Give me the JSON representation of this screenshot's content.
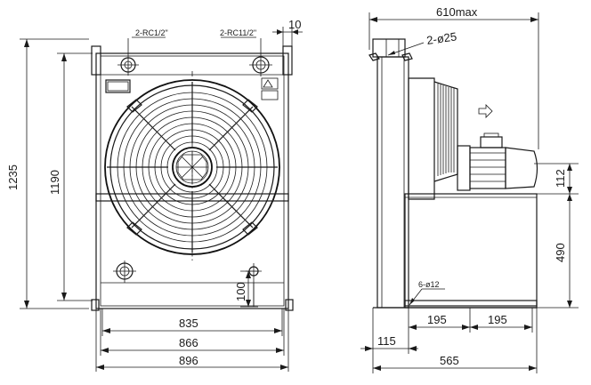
{
  "front_view": {
    "dims": {
      "height_overall": "1235",
      "height_inner": "1190",
      "width_835": "835",
      "width_866": "866",
      "width_896": "896",
      "bottom_100": "100",
      "top_10": "10"
    },
    "ports": {
      "left": "2-RC1/2\"",
      "right": "2-RC11/2\""
    }
  },
  "side_view": {
    "dims": {
      "overall_width": "610max",
      "holes_top": "2-ø25",
      "motor_height": "112",
      "tank_height": "490",
      "mount_holes": "6-ø12",
      "spacing_a": "195",
      "spacing_b": "195",
      "offset": "115",
      "base_length": "565"
    }
  }
}
